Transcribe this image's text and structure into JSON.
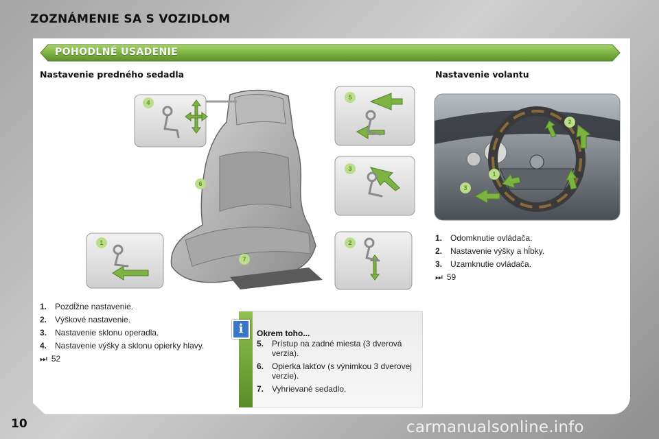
{
  "header": {
    "title": "ZOZNÁMENIE SA S VOZIDLOM"
  },
  "section": {
    "title": "POHODLNÉ USADENIE"
  },
  "seat": {
    "heading": "Nastavenie predného sedadla",
    "callouts": [
      "1",
      "2",
      "3",
      "4",
      "5",
      "6",
      "7"
    ],
    "items": [
      {
        "num": "1.",
        "text": "Pozdĺžne nastavenie."
      },
      {
        "num": "2.",
        "text": "Výškové nastavenie."
      },
      {
        "num": "3.",
        "text": "Nastavenie sklonu operadla."
      },
      {
        "num": "4.",
        "text": "Nastavenie výšky a sklonu opierky hlavy."
      }
    ],
    "ref_icon": "page-reference-arrow-icon",
    "ref": "52"
  },
  "steering": {
    "heading": "Nastavenie volantu",
    "callouts": [
      "1",
      "2",
      "3"
    ],
    "items": [
      {
        "num": "1.",
        "text": "Odomknutie ovládača."
      },
      {
        "num": "2.",
        "text": "Nastavenie výšky a hĺbky."
      },
      {
        "num": "3.",
        "text": "Uzamknutie ovládača."
      }
    ],
    "ref_icon": "page-reference-arrow-icon",
    "ref": "59"
  },
  "info": {
    "icon": "info-icon",
    "icon_letter": "i",
    "title": "Okrem toho...",
    "items": [
      {
        "num": "5.",
        "text": "Prístup na zadné miesta (3 dverová verzia)."
      },
      {
        "num": "6.",
        "text": "Opierka lakťov (s výnimkou 3 dverovej verzie)."
      },
      {
        "num": "7.",
        "text": "Vyhrievané sedadlo."
      }
    ]
  },
  "footer": {
    "page_number": "10",
    "watermark": "carmanualsonline.info"
  },
  "colors": {
    "accent_green": "#7cb342",
    "info_blue": "#3a76c4"
  }
}
